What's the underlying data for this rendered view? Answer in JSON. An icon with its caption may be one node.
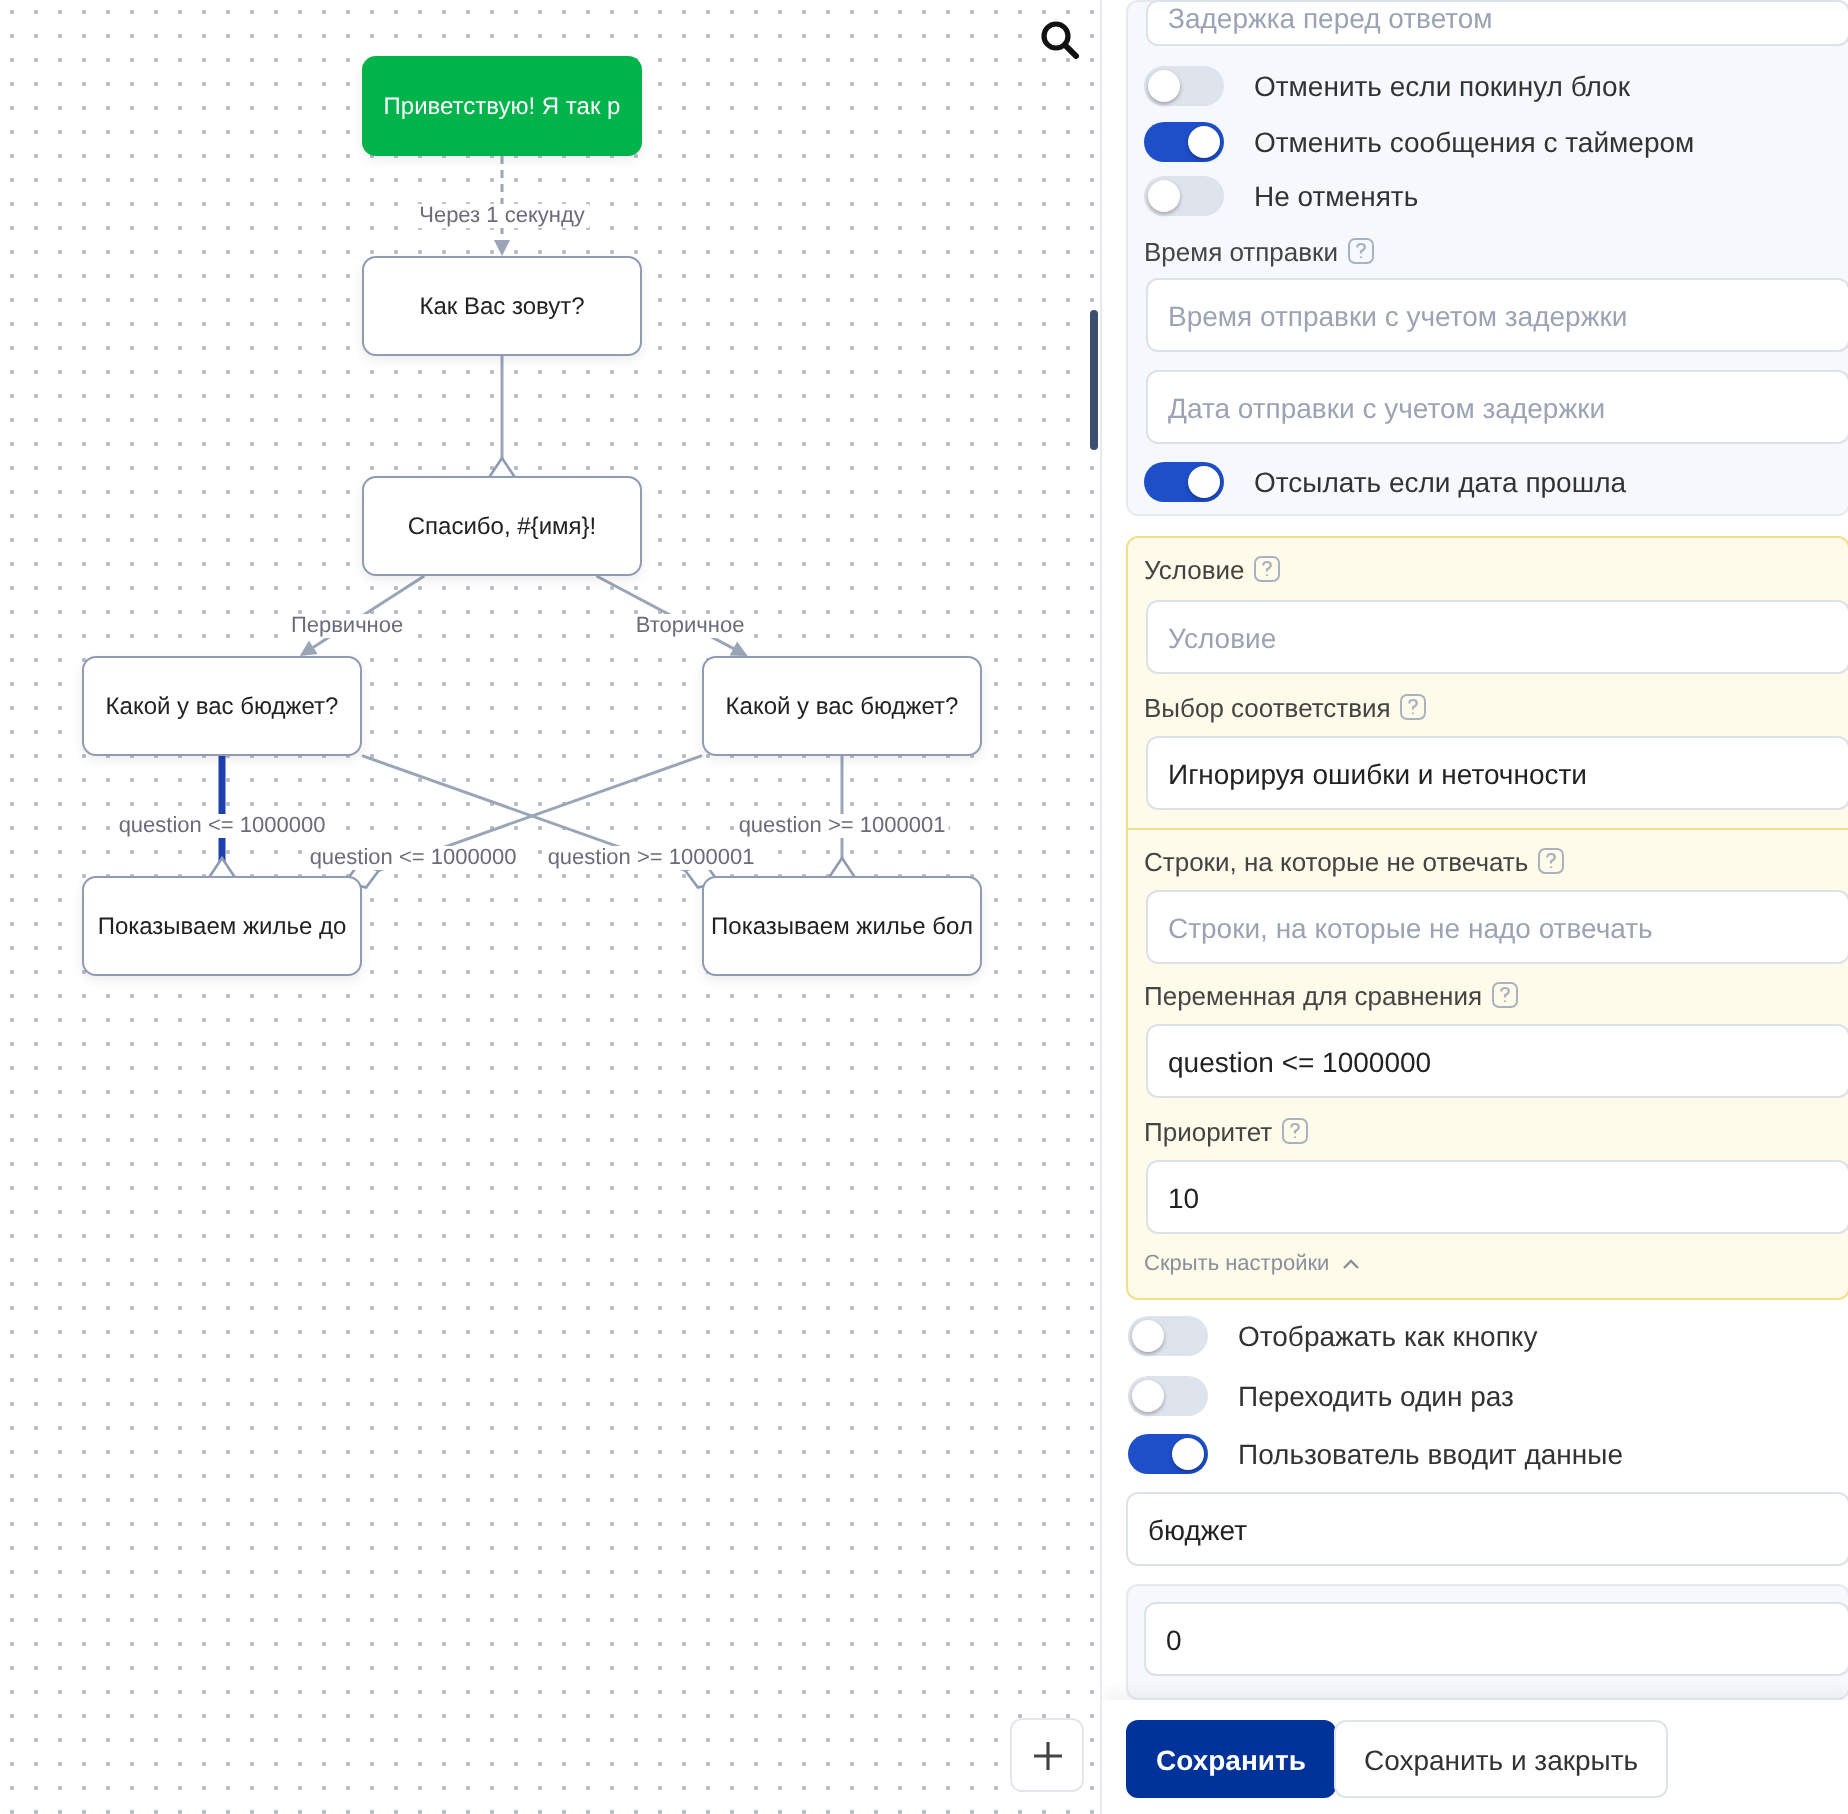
{
  "diagram": {
    "nodes": [
      {
        "text": [
          "Приветствую! Я так р"
        ]
      },
      {
        "text": [
          "Как Вас зовут?"
        ]
      },
      {
        "text": [
          "Спасибо, #{имя}!"
        ]
      },
      {
        "text": [
          "Какой у вас бюджет?"
        ]
      },
      {
        "text": [
          "Какой у вас бюджет?"
        ]
      },
      {
        "text": [
          "Показываем жилье до"
        ]
      },
      {
        "text": [
          "Показываем жилье бол"
        ]
      }
    ],
    "edges": [
      {
        "from": 0,
        "to": 1,
        "arrow": "to",
        "label": "Через 1 секунду",
        "style": "dashed"
      },
      {
        "from": 1,
        "to": 2,
        "arrow": "other"
      },
      {
        "from": 2,
        "to": 3,
        "arrow": "to",
        "label": "Первичное"
      },
      {
        "from": 2,
        "to": 4,
        "arrow": "to",
        "label": "Вторичное"
      },
      {
        "from": 3,
        "to": 5,
        "arrow": "other",
        "label": "question <= 1000000",
        "style": "thick",
        "color": "#1e40af"
      },
      {
        "from": 3,
        "to": 6,
        "arrow": "other",
        "label": "question >= 1000001"
      },
      {
        "from": 4,
        "to": 5,
        "arrow": "other",
        "label": "question <= 1000000"
      },
      {
        "from": 4,
        "to": 6,
        "arrow": "other",
        "label": "question >= 1000001"
      }
    ],
    "labels": [
      "Задержка перед ответом",
      "Отменить если покинул блок",
      "Отменить сообщения с таймером",
      "Не отменять",
      "Время отправки",
      "Время отправки с учетом задержки",
      "Дата отправки с учетом задержки",
      "Отсылать если дата прошла",
      "Условие",
      "Условие",
      "Выбор соответствия",
      "Игнорируя ошибки и неточности",
      "Строки, на которые не отвечать",
      "Строки, на которые не надо отвечать",
      "Переменная для сравнения",
      "question <= 1000000",
      "Приоритет",
      "10",
      "Скрыть настройки",
      "Отображать как кнопку",
      "Переходить один раз",
      "Пользователь вводит данные",
      "бюджет",
      "0",
      "Сохранить",
      "Сохранить и закрыть"
    ]
  }
}
